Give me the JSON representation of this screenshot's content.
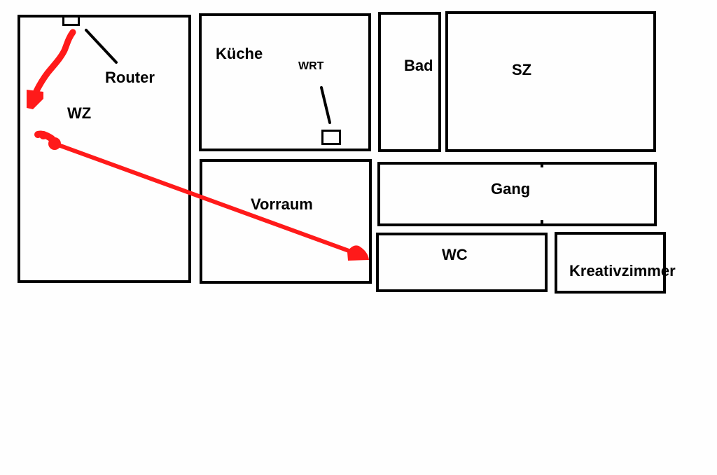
{
  "rooms": {
    "wz": "WZ",
    "kueche": "Küche",
    "bad": "Bad",
    "sz": "SZ",
    "vorraum": "Vorraum",
    "gang": "Gang",
    "wc": "WC",
    "kreativzimmer": "Kreativzimmer"
  },
  "devices": {
    "router": "Router",
    "wrt": "WRT"
  },
  "colors": {
    "walls": "#000000",
    "signal_path": "#ff0000",
    "background": "#fefefe"
  }
}
